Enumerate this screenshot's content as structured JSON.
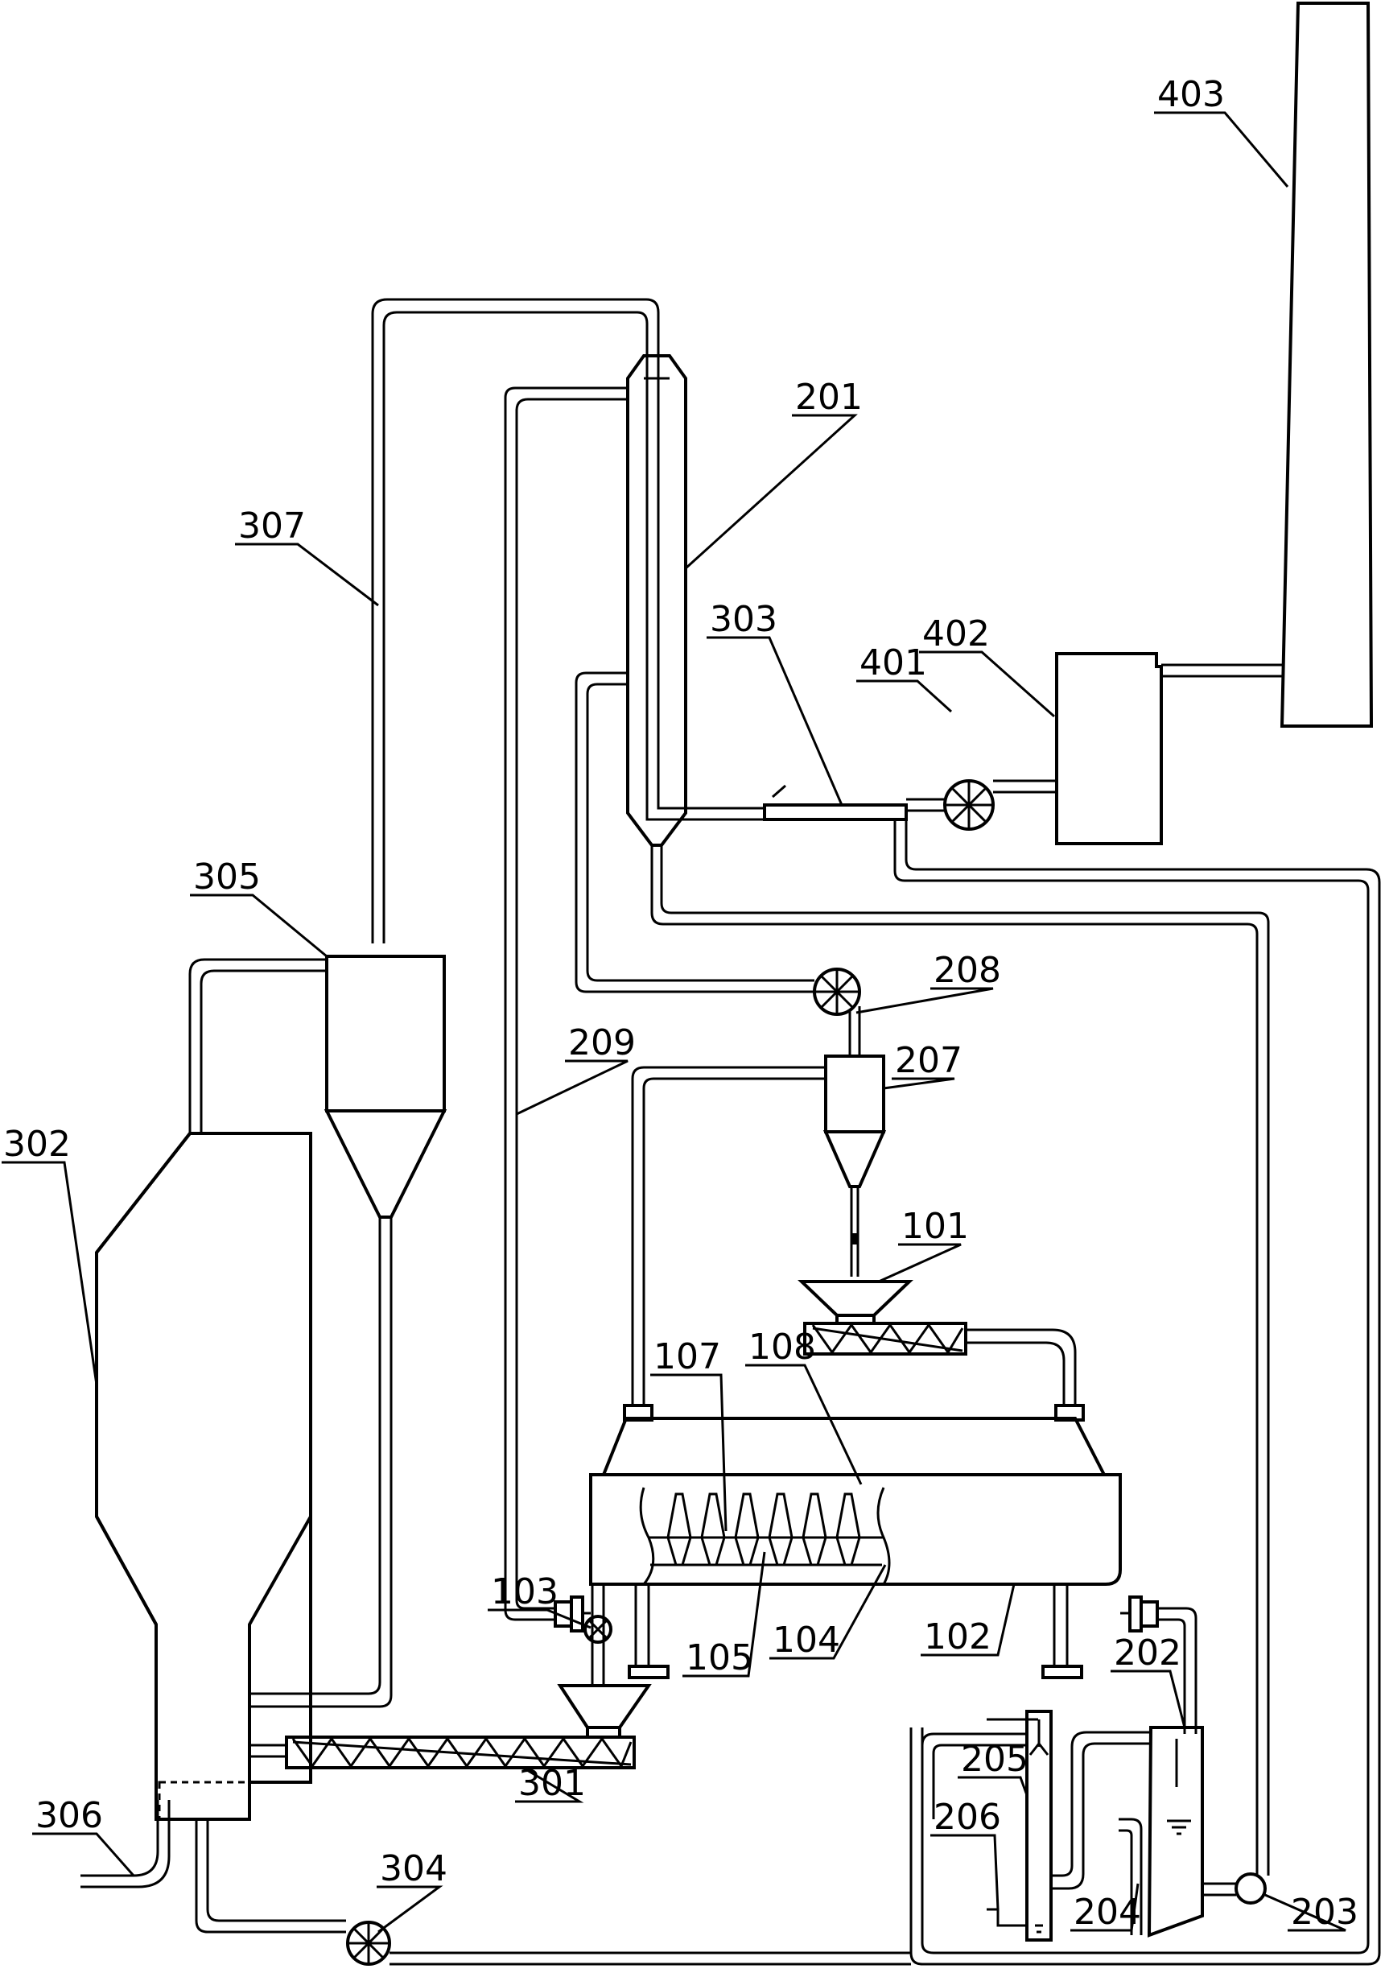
{
  "diagram": {
    "labels": {
      "l101": "101",
      "l102": "102",
      "l103": "103",
      "l104": "104",
      "l105": "105",
      "l107": "107",
      "l108": "108",
      "l201": "201",
      "l202": "202",
      "l203": "203",
      "l204": "204",
      "l205": "205",
      "l206": "206",
      "l207": "207",
      "l208": "208",
      "l209": "209",
      "l301": "301",
      "l302": "302",
      "l303": "303",
      "l304": "304",
      "l305": "305",
      "l306": "306",
      "l307": "307",
      "l401": "401",
      "l402": "402",
      "l403": "403"
    }
  }
}
